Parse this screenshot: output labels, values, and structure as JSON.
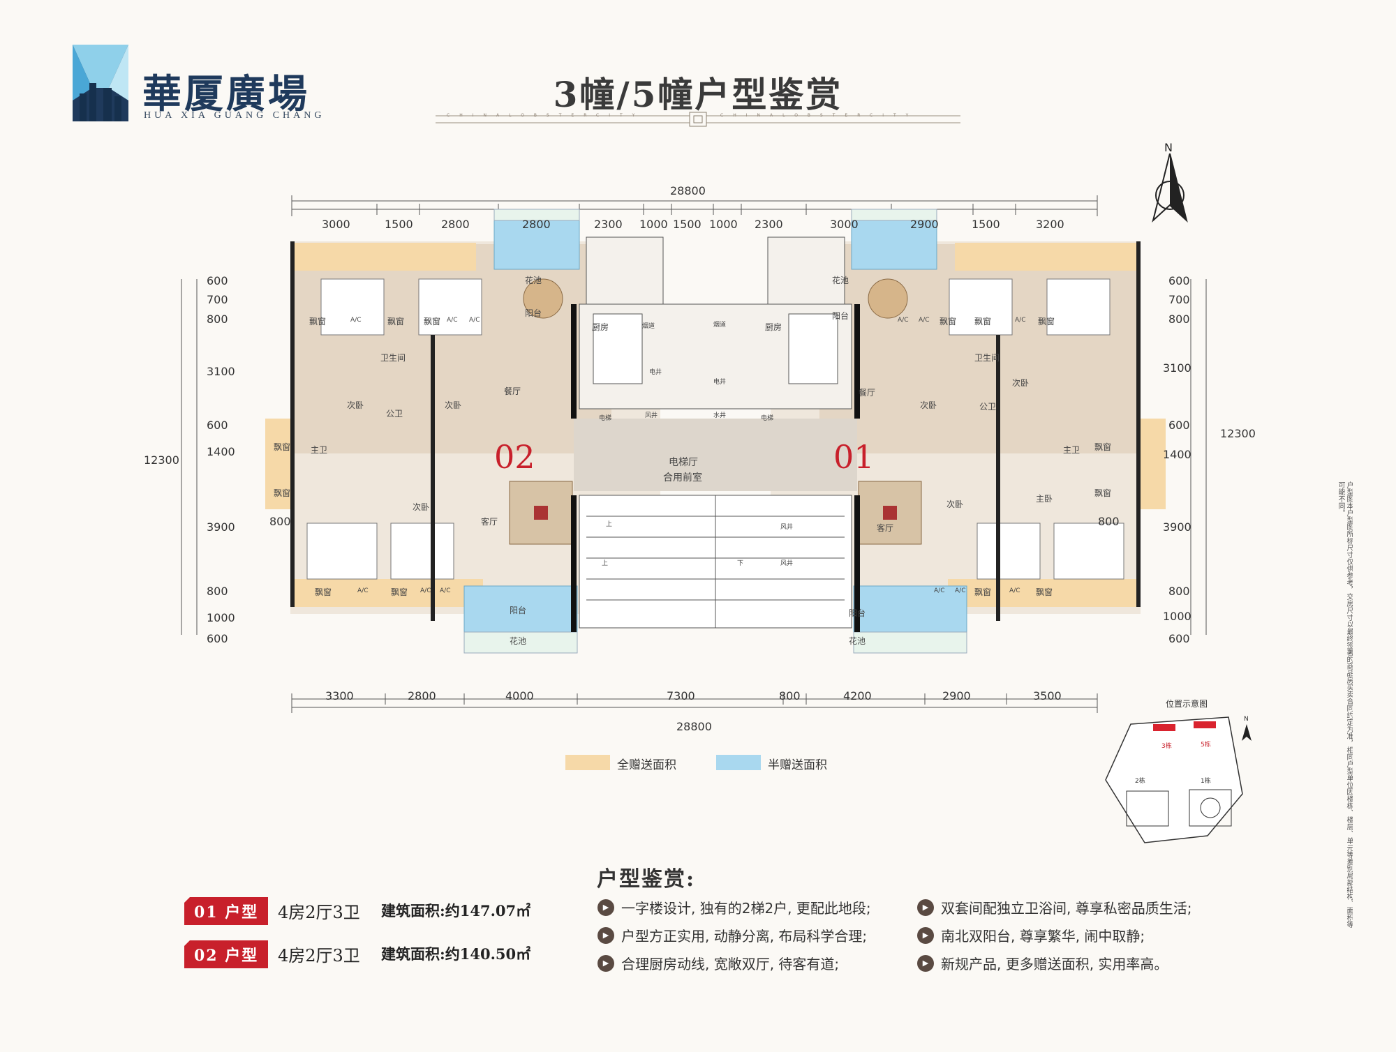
{
  "brand": {
    "name_cn": "華厦廣場",
    "name_en": "HUA XIA GUANG CHANG"
  },
  "title": "3幢/5幢户型鉴赏",
  "title_rule_text": "CHINALOBSTERCITY",
  "compass": {
    "label": "N"
  },
  "plan": {
    "top_total": "28800",
    "top_dims": [
      "3000",
      "1500",
      "2800",
      "2800",
      "2300",
      "1000",
      "1500",
      "1000",
      "2300",
      "3000",
      "2900",
      "1500",
      "3200"
    ],
    "bottom_dims": [
      "3300",
      "2800",
      "4000",
      "7300",
      "800",
      "4200",
      "2900",
      "3500"
    ],
    "bottom_total": "28800",
    "left_dims": [
      "600",
      "700",
      "800",
      "3100",
      "600",
      "1400",
      "3900",
      "800",
      "1000",
      "600"
    ],
    "left_total": "12300",
    "right_dims": [
      "600",
      "700",
      "800",
      "3100",
      "600",
      "1400",
      "3900",
      "800",
      "1000",
      "600"
    ],
    "right_total": "12300",
    "side_800": "800",
    "unit_labels": {
      "u02": "02",
      "u01": "01"
    },
    "rooms": {
      "bay": "飘窗",
      "ac": "A/C",
      "garden": "花池",
      "balcony": "阳台",
      "kitchen": "厨房",
      "dining": "餐厅",
      "living": "客厅",
      "second_bed": "次卧",
      "master_bed": "主卧",
      "bath": "卫生间",
      "public_wc": "公卫",
      "master_wc": "主卫",
      "flue": "烟道",
      "elec_shaft": "电井",
      "water_shaft": "水井",
      "air_shaft": "风井",
      "elevator": "电梯",
      "lobby_1": "电梯厅",
      "lobby_2": "合用前室",
      "up": "上",
      "down": "下"
    }
  },
  "legend": [
    {
      "label": "全赠送面积",
      "color": "#f6d9a8"
    },
    {
      "label": "半赠送面积",
      "color": "#a9d8ef"
    }
  ],
  "site_map": {
    "title": "位置示意图",
    "b3": "3栋",
    "b5": "5栋",
    "b2": "2栋",
    "b1": "1栋",
    "north": "N"
  },
  "side_note": "户型图本户型图所标尺寸仅供参考，交房尺寸以最终签署的商品房买卖合同约定为准，相同户型单位因楼栋、楼层、单元等差别局部结构、面积等可能不同。",
  "features_title": "户型鉴赏:",
  "features_left": [
    "一字楼设计, 独有的2梯2户, 更配此地段;",
    "户型方正实用, 动静分离, 布局科学合理;",
    "合理厨房动线, 宽敞双厅, 待客有道;"
  ],
  "features_right": [
    "双套间配独立卫浴间, 尊享私密品质生活;",
    "南北双阳台, 尊享繁华, 闹中取静;",
    "新规产品, 更多赠送面积, 实用率高。"
  ],
  "units": [
    {
      "badge": "01 户型",
      "type": "4房2厅3卫",
      "area": "建筑面积:约147.07㎡"
    },
    {
      "badge": "02 户型",
      "type": "4房2厅3卫",
      "area": "建筑面积:约140.50㎡"
    }
  ],
  "colors": {
    "accent_red": "#c8202b",
    "navy": "#1f3a5c",
    "bay_orange": "#f6d9a8",
    "balcony_blue": "#a9d8ef"
  }
}
